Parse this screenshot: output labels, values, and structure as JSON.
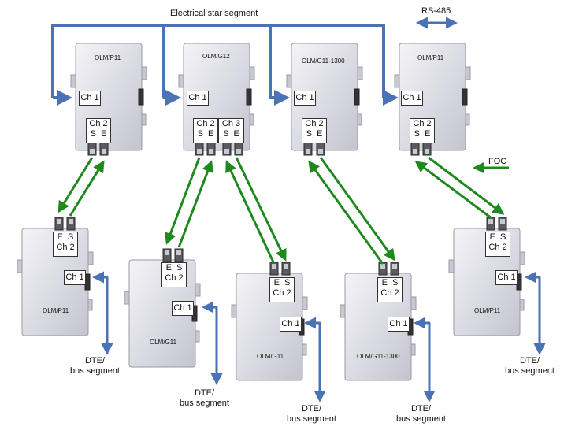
{
  "diagram": {
    "top_label": "Electrical star segment",
    "rs485_label": "RS-485",
    "foc_label": "FOC",
    "colors": {
      "electrical": "#4a73b5",
      "fiber": "#1e8a1e"
    },
    "top_devices": [
      {
        "model": "OLM/P11",
        "ch1": "Ch 1",
        "ch2_lines": [
          "Ch 2",
          "S  E"
        ]
      },
      {
        "model": "OLM/G12",
        "ch1": "Ch 1",
        "ch2_lines": [
          "Ch 2",
          "S  E"
        ],
        "ch3_lines": [
          "Ch 3",
          "S  E"
        ]
      },
      {
        "model": "OLM/G11-1300",
        "ch1": "Ch 1",
        "ch2_lines": [
          "Ch 2",
          "S  E"
        ]
      },
      {
        "model": "OLM/P11",
        "ch1": "Ch 1",
        "ch2_lines": [
          "Ch 2",
          "S  E"
        ]
      }
    ],
    "bottom_devices": [
      {
        "model": "OLM/P11",
        "ch1": "Ch 1",
        "ch2_lines": [
          "E  S",
          "Ch 2"
        ],
        "dte_lines": [
          "DTE/",
          "bus segment"
        ]
      },
      {
        "model": "OLM/G11",
        "ch1": "Ch 1",
        "ch2_lines": [
          "E  S",
          "Ch 2"
        ],
        "dte_lines": [
          "DTE/",
          "bus segment"
        ]
      },
      {
        "model": "OLM/G11",
        "ch1": "Ch 1",
        "ch2_lines": [
          "E  S",
          "Ch 2"
        ],
        "dte_lines": [
          "DTE/",
          "bus segment"
        ]
      },
      {
        "model": "OLM/G11-1300",
        "ch1": "Ch 1",
        "ch2_lines": [
          "E  S",
          "Ch 2"
        ],
        "dte_lines": [
          "DTE/",
          "bus segment"
        ]
      },
      {
        "model": "OLM/P11",
        "ch1": "Ch 1",
        "ch2_lines": [
          "E  S",
          "Ch 2"
        ],
        "dte_lines": [
          "DTE/",
          "bus segment"
        ]
      }
    ]
  }
}
